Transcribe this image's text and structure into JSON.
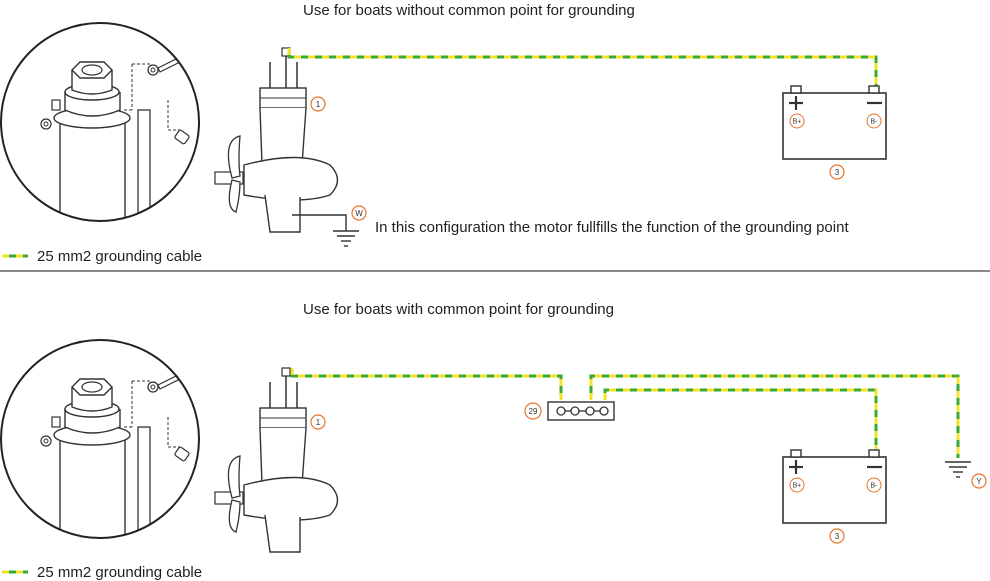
{
  "top": {
    "title": "Use for boats without common point for grounding",
    "note": "In this configuration the motor fullfills the function of the grounding point",
    "legend": "25 mm2 grounding cable",
    "callouts": {
      "motor": "1",
      "battery": "3",
      "ground": "W"
    }
  },
  "bottom": {
    "title": "Use for boats with common point for grounding",
    "legend": "25 mm2 grounding cable",
    "callouts": {
      "motor": "1",
      "battery": "3",
      "busbar": "29",
      "ground": "Y"
    }
  },
  "battery": {
    "plus_label": "B+",
    "minus_label": "B-"
  },
  "colors": {
    "cable_green": "#3aa935",
    "cable_yellow": "#f2e22a",
    "callout": "#e8732a",
    "line": "#333333"
  }
}
